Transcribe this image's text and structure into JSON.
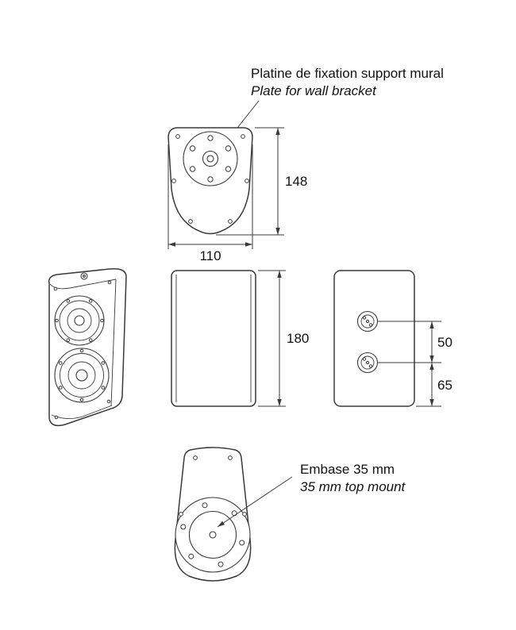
{
  "colors": {
    "line": "#3a3a3a",
    "text": "#111111",
    "background": "#ffffff"
  },
  "callouts": {
    "wall_bracket": {
      "fr": "Platine de fixation support mural",
      "en": "Plate for wall bracket"
    },
    "top_mount": {
      "fr": "Embase 35 mm",
      "en": "35 mm top mount"
    }
  },
  "dimensions": {
    "top_view_height": "148",
    "top_view_width": "110",
    "side_view_height": "180",
    "connector_spacing": "50",
    "connector_to_bottom": "65"
  }
}
